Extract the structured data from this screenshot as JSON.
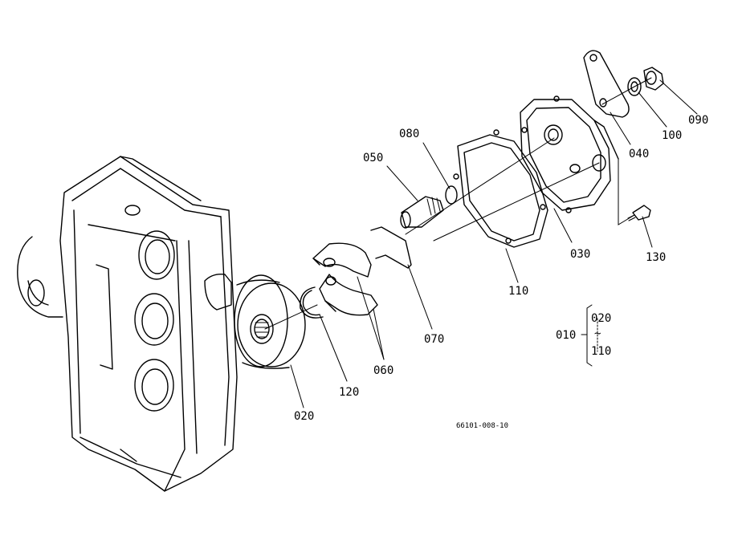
{
  "labels": {
    "l020": "020",
    "l030": "030",
    "l040": "040",
    "l050": "050",
    "l060": "060",
    "l070": "070",
    "l080": "080",
    "l090": "090",
    "l100": "100",
    "l110": "110",
    "l120": "120",
    "l130": "130",
    "l010": "010"
  },
  "assembly": {
    "top": "020",
    "tilde": "~",
    "bottom": "110"
  },
  "drawing_number": "66101-008-10"
}
